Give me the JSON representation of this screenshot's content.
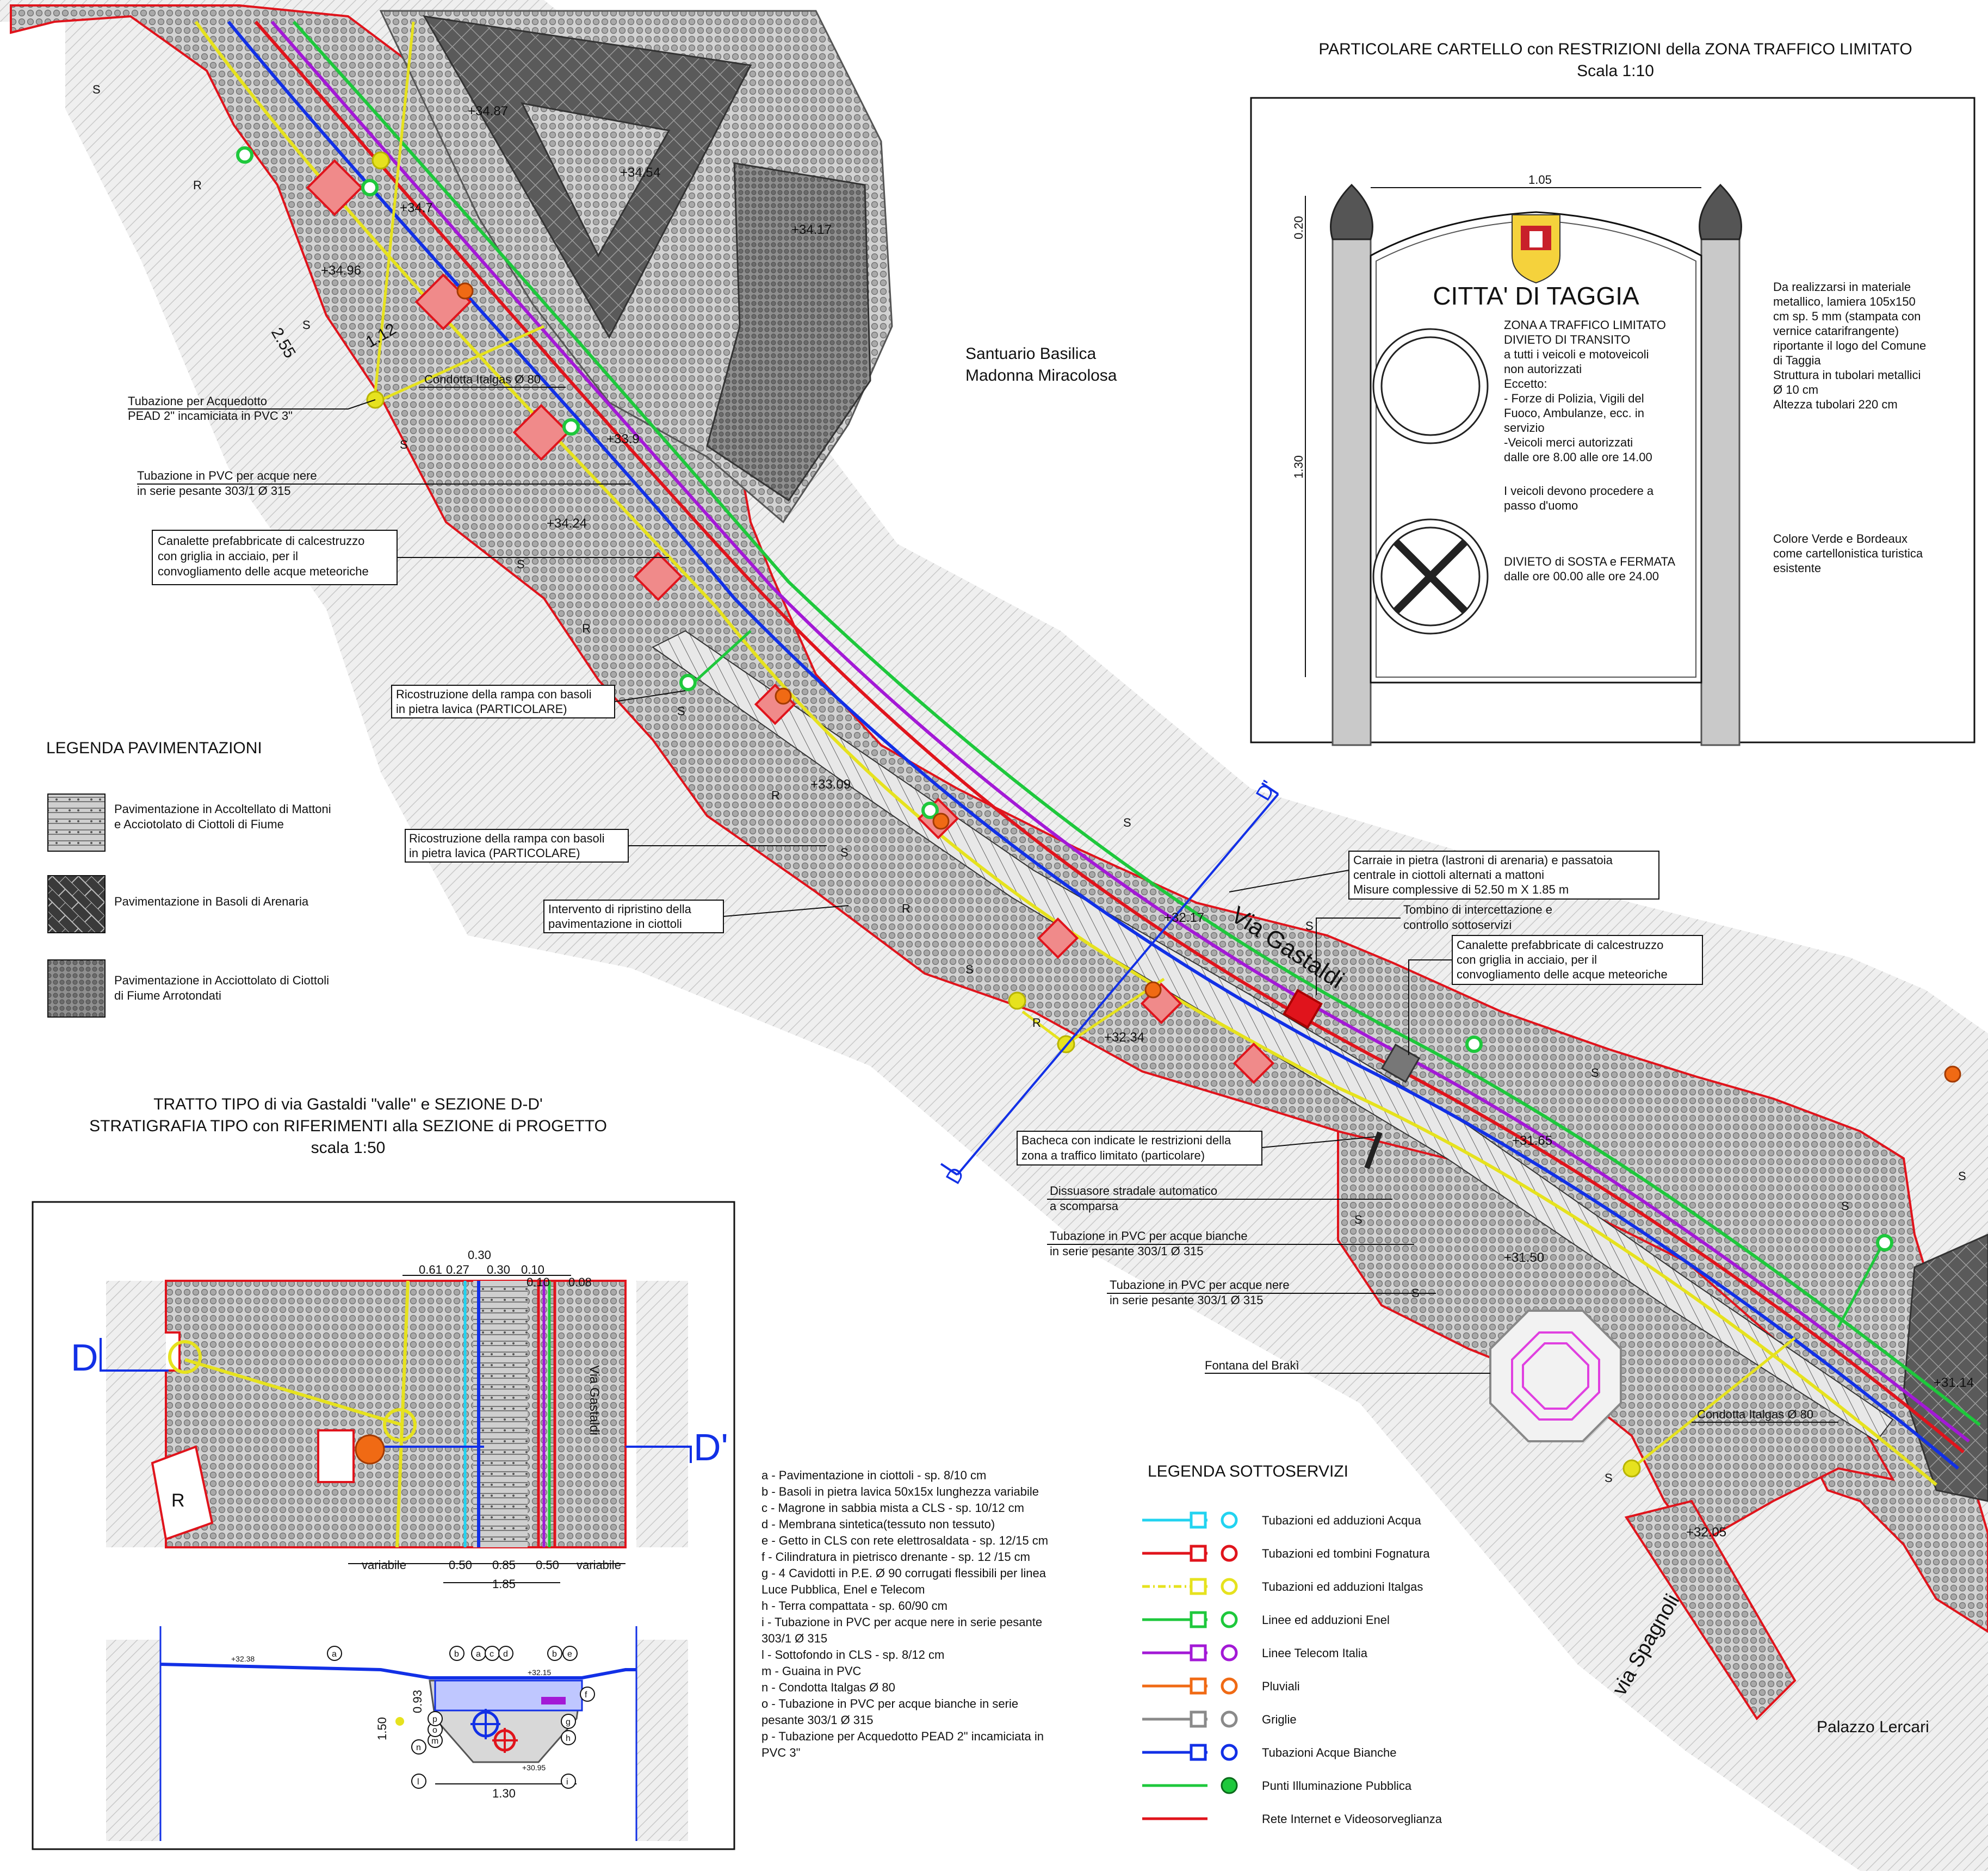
{
  "colors": {
    "water": "#22d3f0",
    "sewer": "#e0141c",
    "gas": "#e6e21e",
    "enel": "#1ec83c",
    "telecom": "#a319d6",
    "rain": "#f06a14",
    "grid": "#8a8a8a",
    "white_water": "#1230e6",
    "boundary": "#e0141c",
    "paving_light": "#c9c9c9",
    "paving_dark": "#4a4a4a",
    "surround": "#e6e6e6"
  },
  "sign_detail": {
    "title_line1": "PARTICOLARE CARTELLO con RESTRIZIONI  della ZONA TRAFFICO LIMITATO",
    "title_line2": "Scala 1:10",
    "dim_width": "1.05",
    "dim_top": "0.20",
    "dim_height": "1.30",
    "sign_title": "CITTA' DI TAGGIA",
    "ztl_lines": [
      "ZONA A TRAFFICO LIMITATO",
      "DIVIETO DI TRANSITO",
      "a tutti i veicoli e motoveicoli",
      "non autorizzati",
      "Eccetto:",
      "- Forze di Polizia, Vigili del",
      "Fuoco, Ambulanze, ecc. in",
      "servizio",
      "-Veicoli merci autorizzati",
      "dalle ore 8.00 alle ore 14.00",
      "",
      "I veicoli devono procedere a",
      "passo d'uomo"
    ],
    "nostop_lines": [
      "DIVIETO di SOSTA e FERMATA",
      "dalle ore 00.00 alle ore 24.00"
    ],
    "desc_lines": [
      "Da realizzarsi in materiale",
      "metallico, lamiera  105x150",
      "cm sp. 5 mm (stampata con",
      "vernice catarifrangente)",
      "riportante il logo del Comune",
      "di Taggia",
      "Struttura in tubolari metallici",
      "Ø 10 cm",
      "Altezza tubolari 220 cm"
    ],
    "color_lines": [
      "Colore Verde e Bordeaux",
      "come cartellonistica turistica",
      "esistente"
    ]
  },
  "paving_legend": {
    "title": "LEGENDA PAVIMENTAZIONI",
    "items": [
      {
        "lines": [
          "Pavimentazione in Accoltellato di Mattoni",
          "e Acciotolato di Ciottoli di Fiume"
        ]
      },
      {
        "lines": [
          "Pavimentazione in Basoli di Arenaria"
        ]
      },
      {
        "lines": [
          "Pavimentazione in Acciottolato di Ciottoli",
          "di Fiume Arrotondati"
        ]
      }
    ]
  },
  "section": {
    "title_lines": [
      "TRATTO TIPO di via Gastaldi \"valle\" e SEZIONE D-D'",
      "STRATIGRAFIA TIPO con RIFERIMENTI alla SEZIONE di PROGETTO",
      "scala 1:50"
    ],
    "label_d": "D",
    "label_d2": "D'",
    "street": "Via Gastaldi",
    "top_dims": [
      "0.61",
      "0.27",
      "0.30",
      "0.30",
      "0.10",
      "0.10",
      "0.08"
    ],
    "bottom_dims": [
      "variabile",
      "0.50",
      "0.85",
      "0.50",
      "variabile"
    ],
    "total_dim": "1.85",
    "depth_dims": [
      "0.93",
      "1.50"
    ],
    "bottom_width": "1.30",
    "elevations": [
      "+32.38",
      "+32.15",
      "+30.95"
    ],
    "layer_letters": [
      "a",
      "b",
      "a",
      "c",
      "d",
      "b",
      "e",
      "f",
      "g",
      "h",
      "i",
      "l",
      "m",
      "n",
      "o",
      "p"
    ],
    "r_label": "R"
  },
  "stratigraphy": [
    "a - Pavimentazione in ciottoli - sp. 8/10 cm",
    "b - Basoli in pietra lavica 50x15x lunghezza variabile",
    "c - Magrone in sabbia mista a CLS - sp. 10/12 cm",
    "d - Membrana sintetica(tessuto non tessuto)",
    "e - Getto in CLS con rete elettrosaldata - sp. 12/15 cm",
    "f - Cilindratura in pietrisco drenante - sp. 12 /15 cm",
    "g - 4 Cavidotti in P.E. Ø 90 corrugati flessibili per linea",
    "Luce Pubblica, Enel e Telecom",
    "h - Terra compattata - sp. 60/90 cm",
    "i - Tubazione in PVC per acque nere in serie pesante",
    "303/1 Ø 315",
    "l -  Sottofondo in CLS - sp. 8/12 cm",
    "m - Guaina in PVC",
    "n - Condotta Italgas Ø 80",
    "o - Tubazione in PVC per acque bianche in serie",
    "pesante 303/1 Ø 315",
    "p - Tubazione per Acquedotto PEAD 2\" incamiciata in",
    "PVC 3\""
  ],
  "utility_legend": {
    "title": "LEGENDA SOTTOSERVIZI",
    "items": [
      {
        "label": "Tubazioni ed adduzioni Acqua",
        "color": "#22d3f0",
        "symbols": true
      },
      {
        "label": "Tubazioni ed tombini Fognatura",
        "color": "#e0141c",
        "symbols": true
      },
      {
        "label": "Tubazioni ed adduzioni Italgas",
        "color": "#e6e21e",
        "symbols": true
      },
      {
        "label": "Linee ed adduzioni Enel",
        "color": "#1ec83c",
        "symbols": true
      },
      {
        "label": "Linee Telecom Italia",
        "color": "#a319d6",
        "symbols": true
      },
      {
        "label": "Pluviali",
        "color": "#f06a14",
        "symbols": true
      },
      {
        "label": "Griglie",
        "color": "#8a8a8a",
        "symbols": true
      },
      {
        "label": "Tubazioni Acque Bianche",
        "color": "#1230e6",
        "symbols": true
      },
      {
        "label": "Punti Illuminazione Pubblica",
        "color": "#1ec83c",
        "symbols": false
      },
      {
        "label": "Rete Internet e Videosorveglianza",
        "color": "#e0141c",
        "symbols": false
      }
    ]
  },
  "places": {
    "santuario": [
      "Santuario Basilica",
      "Madonna Miracolosa"
    ],
    "palazzo": "Palazzo Lercari",
    "via_gastaldi": "Via Gastaldi",
    "via_spagnoli": "via Spagnoli",
    "fontana": "Fontana del Brakì"
  },
  "elevations": [
    "+34.87",
    "+34.54",
    "+34.7",
    "+34.17",
    "+34.96",
    "+33.9",
    "+34.24",
    "+33.09",
    "+32.17",
    "+32.34",
    "+31.65",
    "+31.50",
    "+32.05",
    "+31.14"
  ],
  "map_dims": [
    "2.55",
    "1.12"
  ],
  "section_marks": [
    "D'",
    "D"
  ],
  "letters": {
    "s": "S",
    "r": "R"
  },
  "callouts": {
    "acquedotto": [
      "Tubazione per Acquedotto",
      "PEAD 2\" incamiciata in PVC 3\""
    ],
    "italgas_top": "Condotta Italgas Ø 80",
    "pvc_nere_top": [
      "Tubazione in PVC per acque nere",
      "in serie pesante 303/1        Ø 315"
    ],
    "canalette_left": [
      "Canalette prefabbricate di calcestruzzo",
      "con griglia in acciaio, per il",
      "convogliamento delle acque meteoriche"
    ],
    "rampa1": [
      "Ricostruzione della rampa con basoli",
      "in pietra lavica (PARTICOLARE)"
    ],
    "rampa2": [
      "Ricostruzione della rampa con basoli",
      "in pietra lavica (PARTICOLARE)"
    ],
    "ripristino": [
      "Intervento di ripristino della",
      "pavimentazione in ciottoli"
    ],
    "carraie": [
      "Carraie in pietra (lastroni di arenaria) e passatoia",
      "centrale in ciottoli alternati a mattoni",
      "Misure complessive di 52.50 m X 1.85 m"
    ],
    "tombino": [
      "Tombino di intercettazione e",
      "controllo sottoservizi"
    ],
    "canalette_right": [
      "Canalette prefabbricate di calcestruzzo",
      "con griglia in acciaio, per il",
      "convogliamento delle acque meteoriche"
    ],
    "bacheca": [
      "Bacheca con indicate le restrizioni della",
      "zona a traffico limitato (particolare)"
    ],
    "dissuasore": [
      "Dissuasore stradale automatico",
      "a scomparsa"
    ],
    "pvc_bianche": [
      "Tubazione in PVC per acque bianche",
      "in serie pesante 303/1        Ø 315"
    ],
    "pvc_nere_bottom": [
      "Tubazione in PVC per acque nere",
      "in serie pesante 303/1        Ø 315"
    ],
    "italgas_bottom": "Condotta Italgas Ø 80"
  }
}
